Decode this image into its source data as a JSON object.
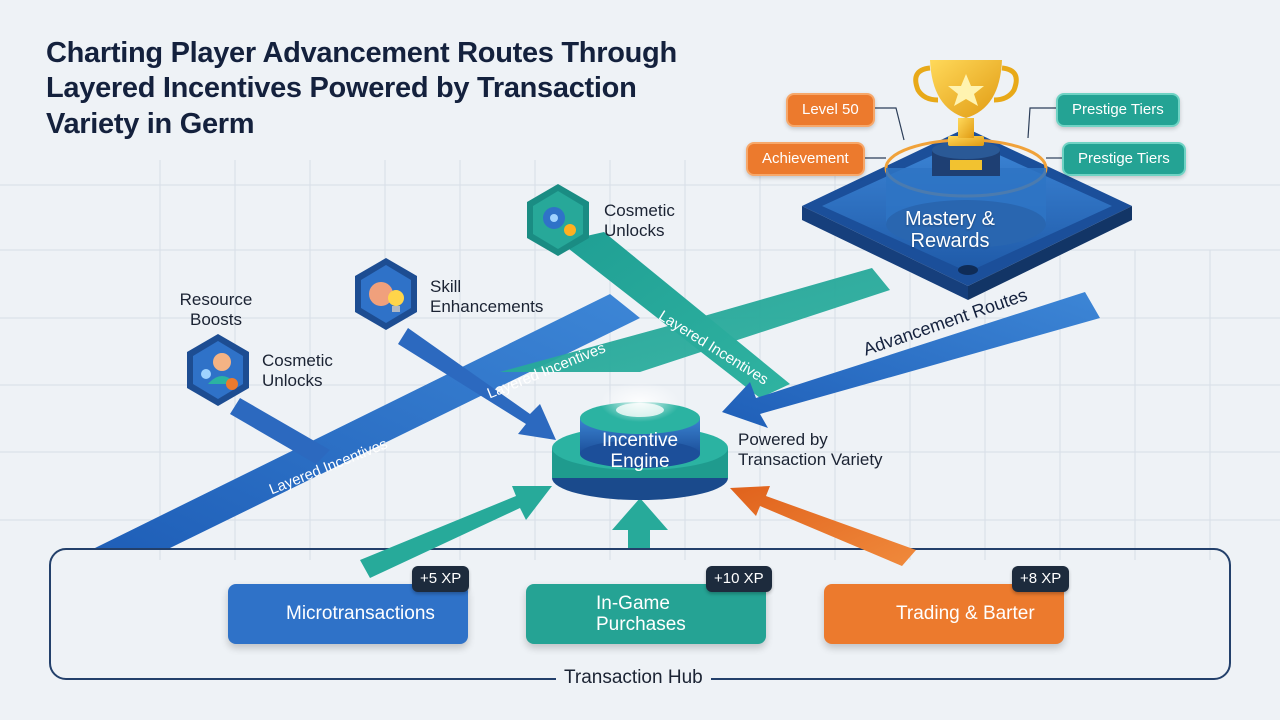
{
  "title": "Charting Player Advancement Routes Through Layered Incentives Powered by Transaction Variety in Germ",
  "mastery": {
    "label": "Mastery & Rewards"
  },
  "mastery_tags": {
    "level": "Level 50",
    "achievement": "Achievement",
    "prestige_1": "Prestige Tiers",
    "prestige_2": "Prestige Tiers"
  },
  "advancement_routes": "Advancement Routes",
  "incentive_engine": {
    "label": "Incentive Engine",
    "powered_by": "Powered by Transaction Variety"
  },
  "incentive_nodes": {
    "resource_boosts": "Resource Boosts",
    "cosmetic_left": "Cosmetic Unlocks",
    "skill": "Skill Enhancements",
    "cosmetic_top": "Cosmetic Unlocks"
  },
  "layered_incentives": {
    "band_1": "Layered Incentives",
    "band_2": "Layered Incentives",
    "band_3": "Layered Incentives"
  },
  "transaction_hub": {
    "label": "Transaction Hub",
    "items": [
      {
        "label": "Microtransactions",
        "xp": "+5 XP",
        "icon": "shopping-cart-icon",
        "color": "#2f72c8"
      },
      {
        "label": "In-Game Purchases",
        "xp": "+10 XP",
        "icon": "diamond-icon",
        "color": "#25a394"
      },
      {
        "label": "Trading & Barter",
        "xp": "+8 XP",
        "icon": "handshake-icon",
        "color": "#ec7a2d"
      }
    ]
  },
  "colors": {
    "blue": "#2f72c8",
    "teal": "#25a394",
    "orange": "#ec7a2d",
    "navy": "#14213d"
  }
}
